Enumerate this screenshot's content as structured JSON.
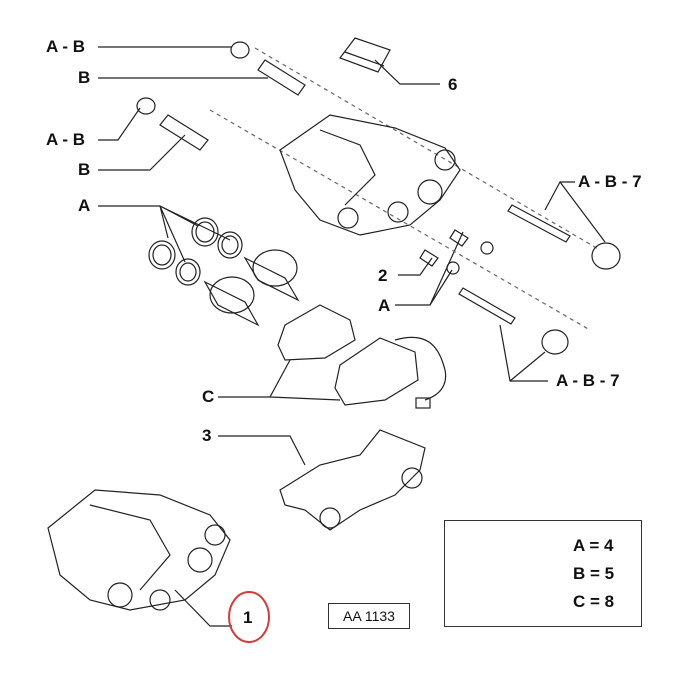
{
  "callouts": {
    "ab_top": "A - B",
    "b_top": "B",
    "ab_mid": "A - B",
    "b_mid": "B",
    "a_seals": "A",
    "six": "6",
    "ab7_upper": "A - B - 7",
    "two": "2",
    "a_valves": "A",
    "ab7_lower": "A - B - 7",
    "c_pads": "C",
    "three": "3",
    "one": "1"
  },
  "legend": {
    "a": "A = 4",
    "b": "B = 5",
    "c": "C = 8"
  },
  "code": "AA 1133",
  "colors": {
    "line": "#222222",
    "highlight": "#d63a3a"
  }
}
